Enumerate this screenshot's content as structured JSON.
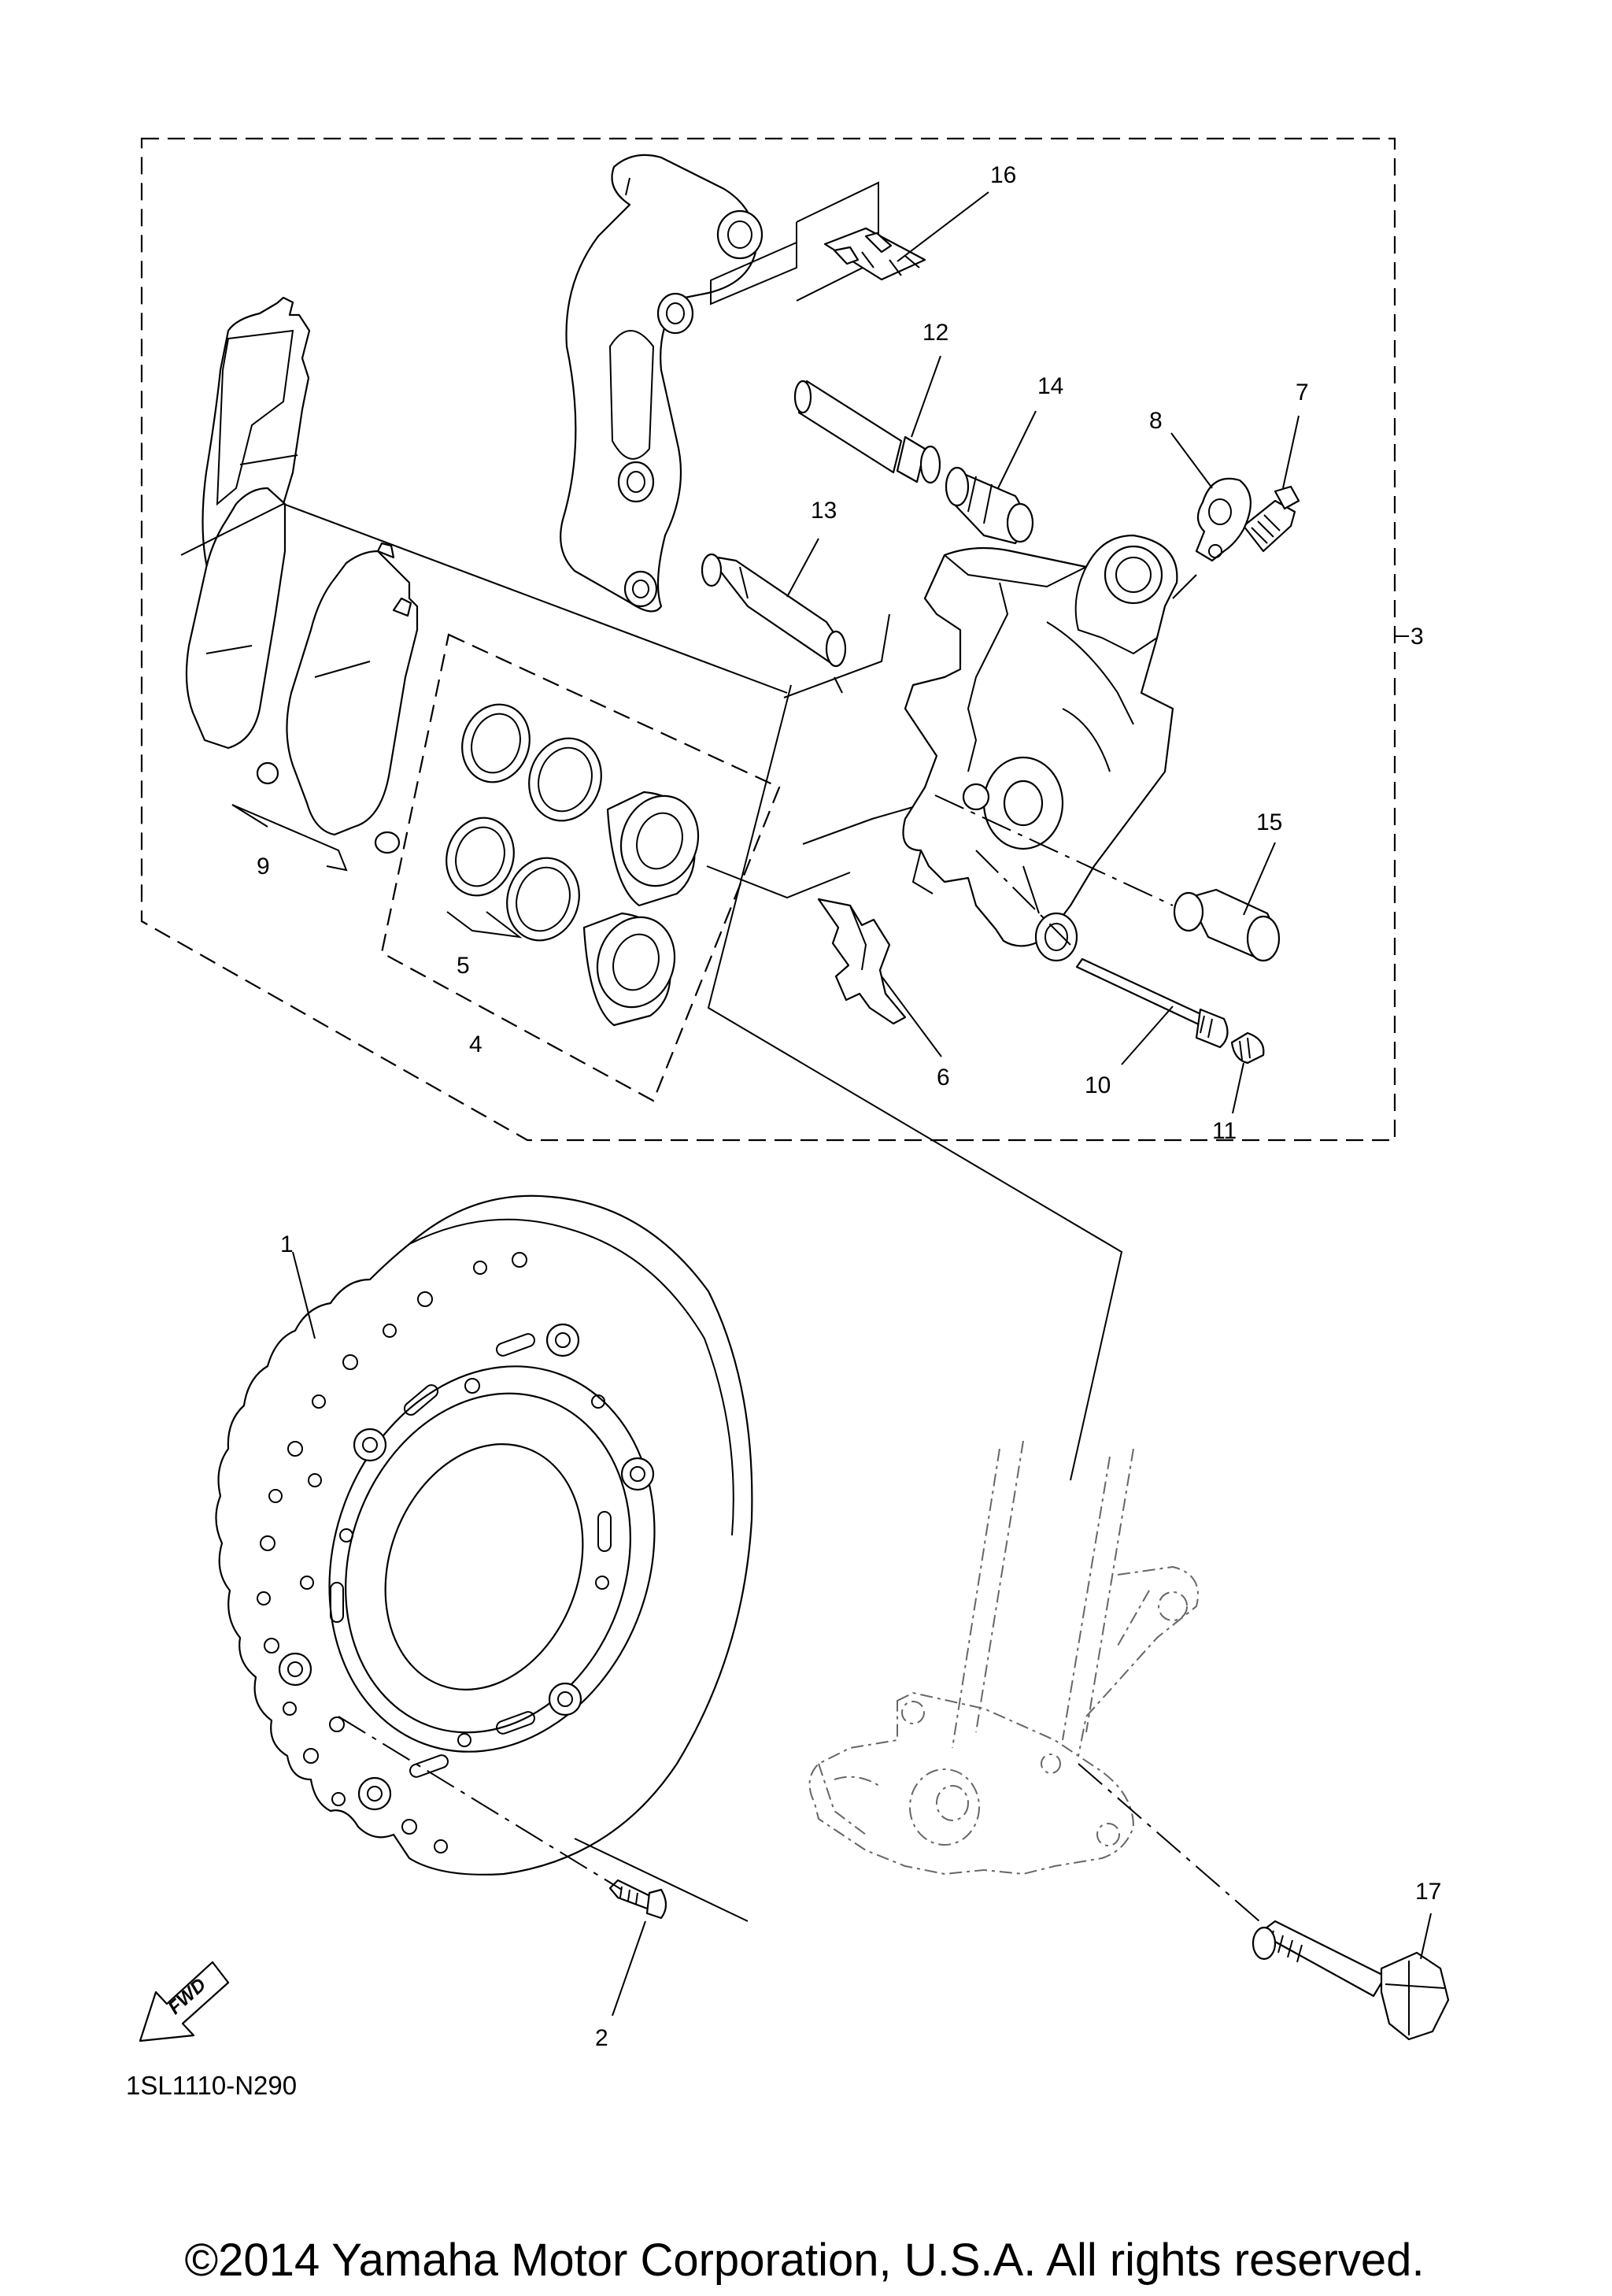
{
  "diagram": {
    "callouts": [
      {
        "id": "1",
        "label": "1"
      },
      {
        "id": "2",
        "label": "2"
      },
      {
        "id": "3",
        "label": "3"
      },
      {
        "id": "4",
        "label": "4"
      },
      {
        "id": "5",
        "label": "5"
      },
      {
        "id": "6",
        "label": "6"
      },
      {
        "id": "7",
        "label": "7"
      },
      {
        "id": "8",
        "label": "8"
      },
      {
        "id": "9",
        "label": "9"
      },
      {
        "id": "10",
        "label": "10"
      },
      {
        "id": "11",
        "label": "11"
      },
      {
        "id": "12",
        "label": "12"
      },
      {
        "id": "13",
        "label": "13"
      },
      {
        "id": "14",
        "label": "14"
      },
      {
        "id": "15",
        "label": "15"
      },
      {
        "id": "16",
        "label": "16"
      },
      {
        "id": "17",
        "label": "17"
      }
    ],
    "fwd_label": "FWD",
    "diagram_code": "1SL1110-N290",
    "copyright": "©2014 Yamaha Motor Corporation, U.S.A. All rights reserved."
  }
}
